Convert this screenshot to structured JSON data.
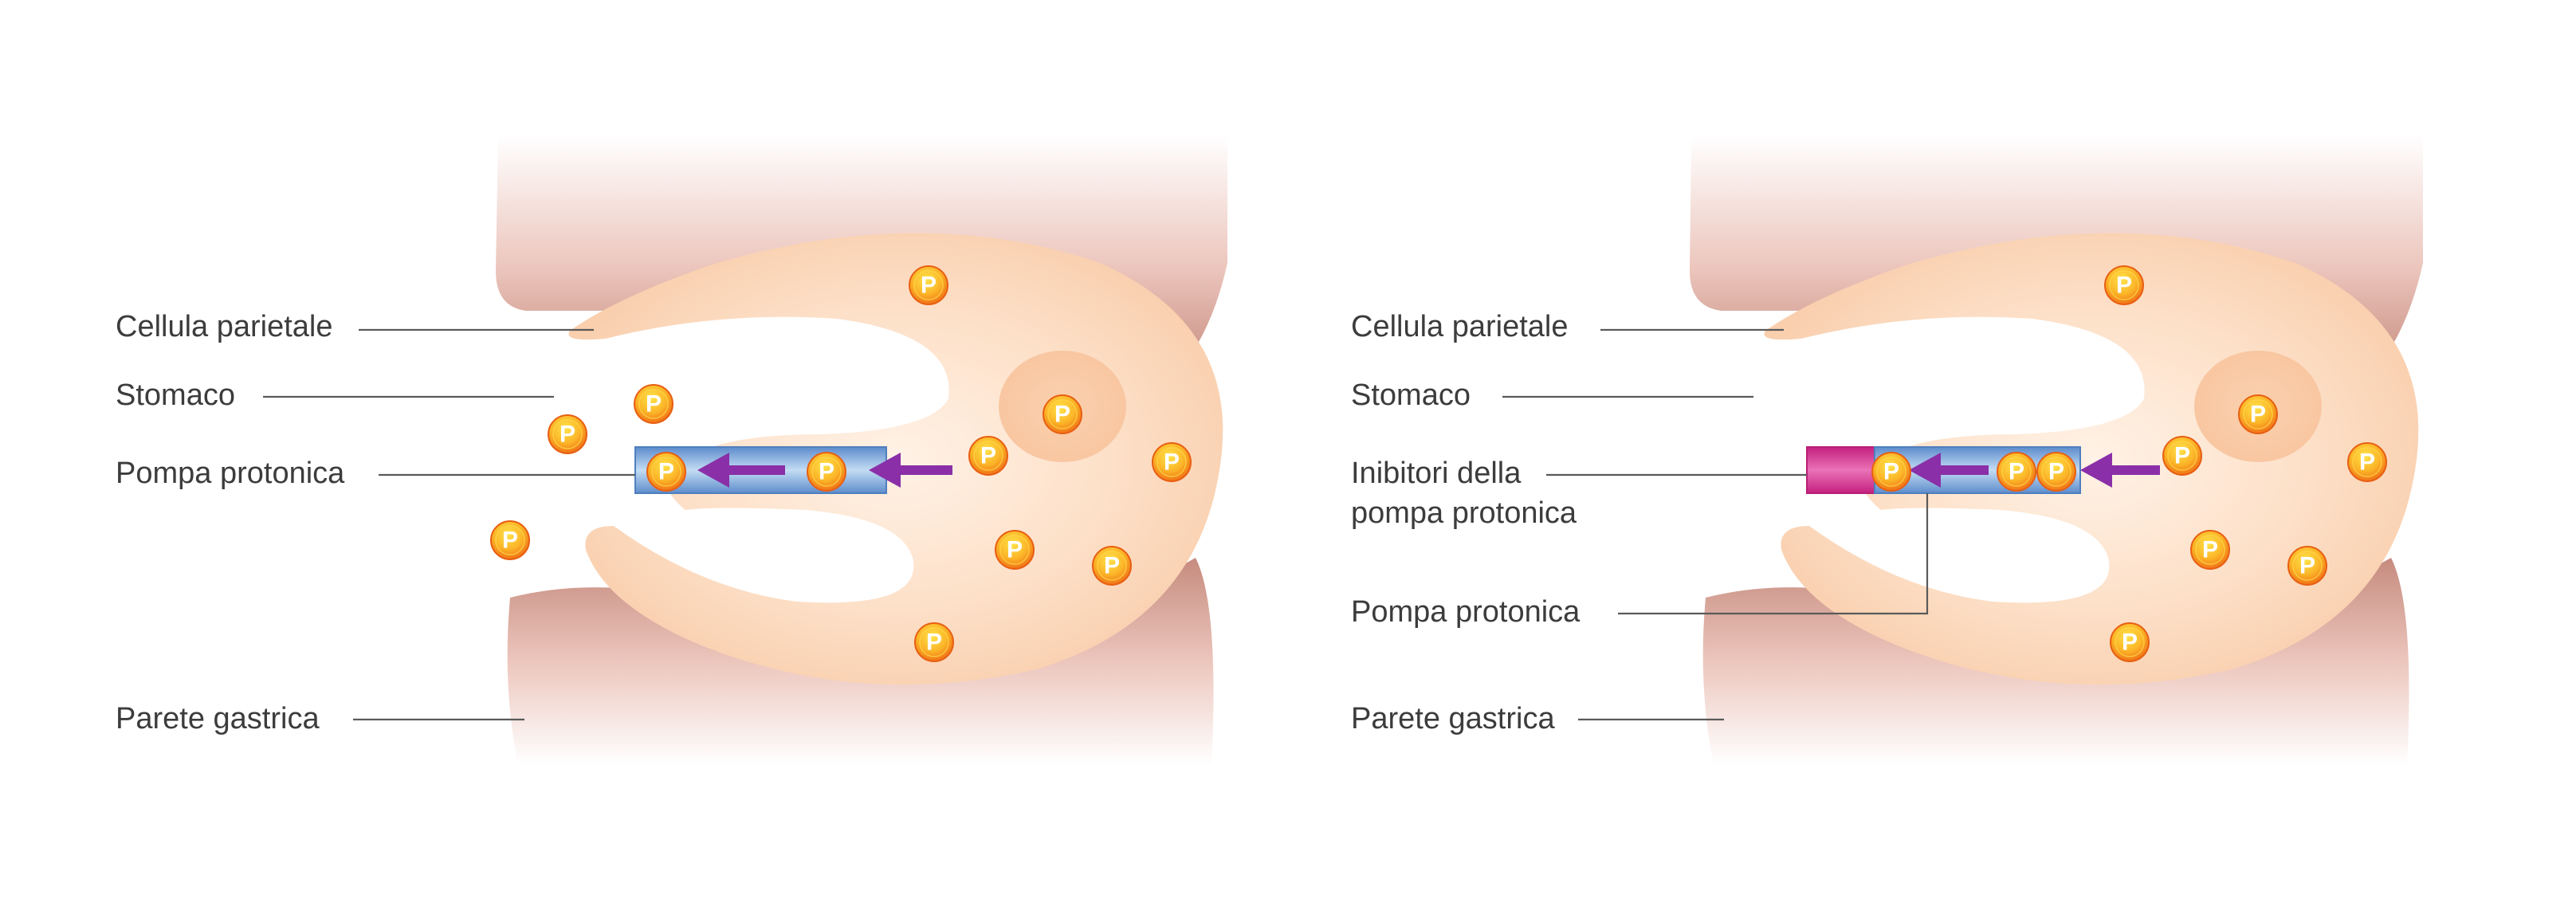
{
  "left_panel": {
    "labels": {
      "parietal_cell": "Cellula parietale",
      "stomach": "Stomaco",
      "proton_pump": "Pompa protonica",
      "gastric_wall": "Parete gastrica"
    }
  },
  "right_panel": {
    "labels": {
      "parietal_cell": "Cellula parietale",
      "stomach": "Stomaco",
      "inhibitors_line1": "Inibitori della",
      "inhibitors_line2": "pompa protonica",
      "proton_pump": "Pompa protonica",
      "gastric_wall": "Parete gastrica"
    }
  },
  "proton_symbol": "P",
  "colors": {
    "cell_fill": "#fbd8bc",
    "cell_inner": "#fff3ea",
    "tissue": "#c98f82",
    "pump": "#7fa9d9",
    "inhibitor": "#d63e97",
    "arrow": "#8a2fa8",
    "proton_outer": "#f06f15",
    "proton_inner": "#ffcf33"
  }
}
